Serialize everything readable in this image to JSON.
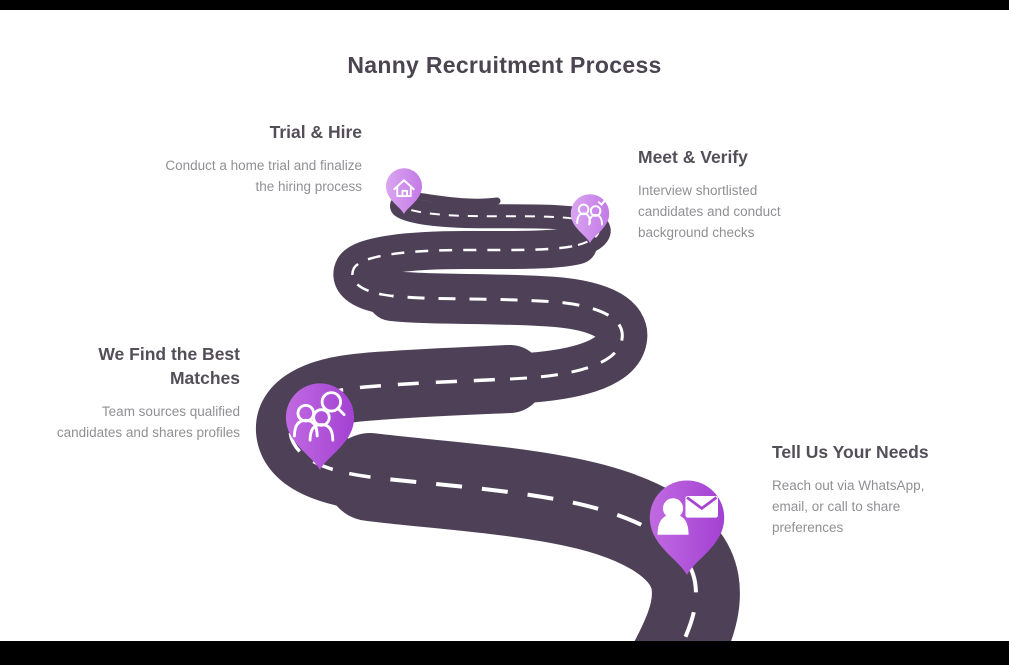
{
  "title": "Nanny Recruitment Process",
  "colors": {
    "road": "#4e4157",
    "dash": "#ffffff",
    "pin_large_start": "#c06ae2",
    "pin_large_end": "#a341d2",
    "pin_small_start": "#d9a5f1",
    "pin_small_end": "#c47ae6",
    "heading": "#534e58",
    "body_text": "#909094",
    "title_text": "#4a4550"
  },
  "steps": [
    {
      "id": "tell-us-your-needs",
      "title": "Tell Us Your Needs",
      "description": "Reach out via WhatsApp, email, or call to share preferences",
      "icon": "person-envelope-icon"
    },
    {
      "id": "we-find-the-best-matches",
      "title": "We Find the Best Matches",
      "description": "Team sources qualified candidates and shares profiles",
      "icon": "people-search-icon"
    },
    {
      "id": "meet-and-verify",
      "title": "Meet & Verify",
      "description": "Interview shortlisted candidates and conduct background checks",
      "icon": "people-verify-icon"
    },
    {
      "id": "trial-and-hire",
      "title": "Trial & Hire",
      "description": "Conduct a home trial and finalize the hiring process",
      "icon": "home-icon"
    }
  ]
}
